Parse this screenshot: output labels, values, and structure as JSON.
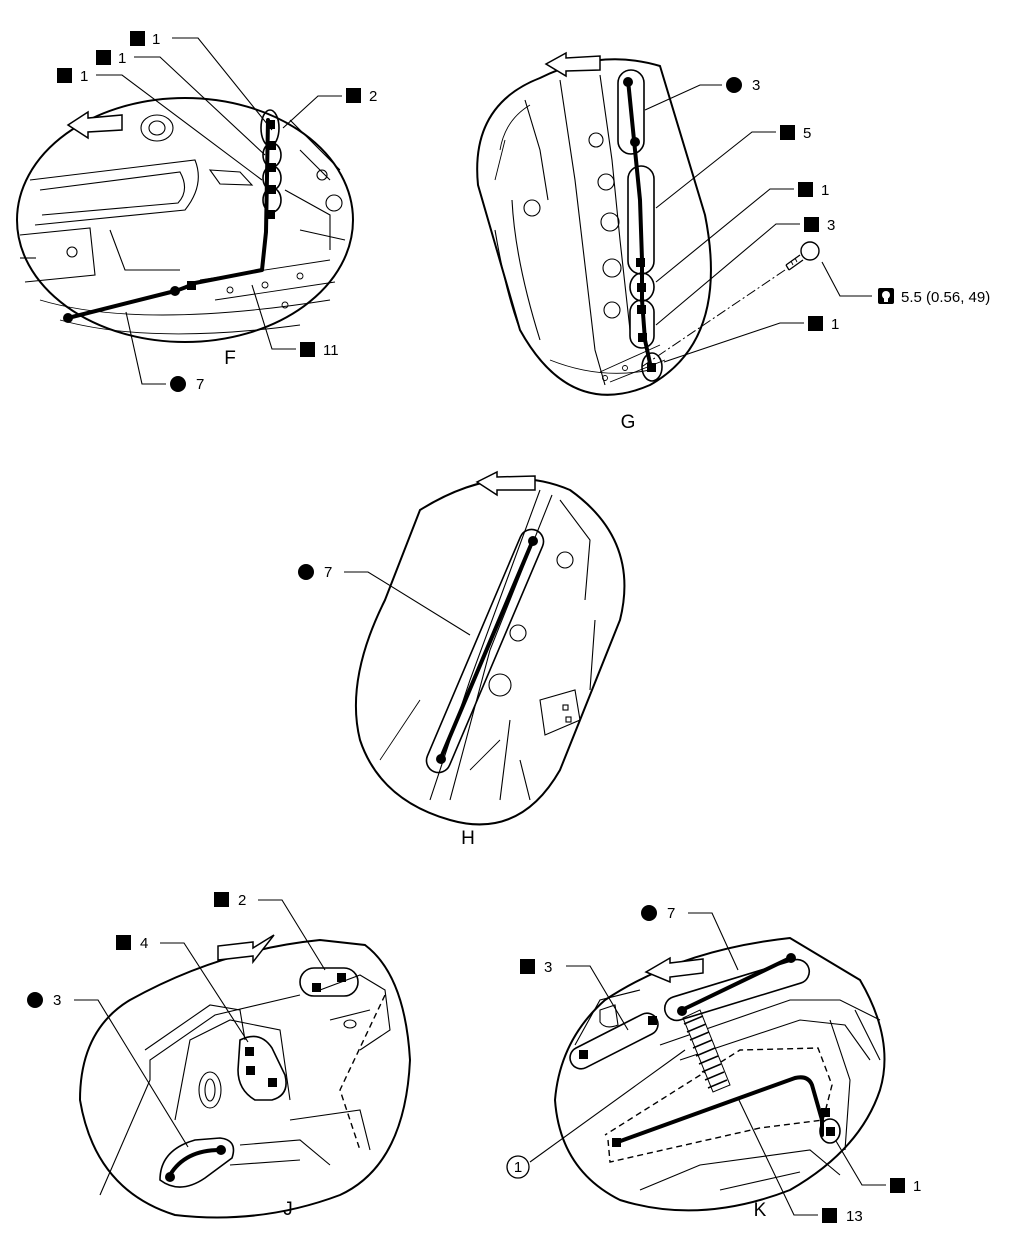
{
  "views": [
    {
      "id": "F",
      "label": "F"
    },
    {
      "id": "G",
      "label": "G"
    },
    {
      "id": "H",
      "label": "H"
    },
    {
      "id": "J",
      "label": "J"
    },
    {
      "id": "K",
      "label": "K"
    }
  ],
  "callouts": {
    "F": [
      {
        "symbol": "square",
        "text": "1"
      },
      {
        "symbol": "square",
        "text": "1"
      },
      {
        "symbol": "square",
        "text": "1"
      },
      {
        "symbol": "square",
        "text": "2"
      },
      {
        "symbol": "square",
        "text": "11"
      },
      {
        "symbol": "circle",
        "text": "7"
      }
    ],
    "G": [
      {
        "symbol": "circle",
        "text": "3"
      },
      {
        "symbol": "square",
        "text": "5"
      },
      {
        "symbol": "square",
        "text": "1"
      },
      {
        "symbol": "square",
        "text": "3"
      },
      {
        "symbol": "square",
        "text": "1"
      }
    ],
    "H": [
      {
        "symbol": "circle",
        "text": "7"
      }
    ],
    "J": [
      {
        "symbol": "square",
        "text": "2"
      },
      {
        "symbol": "square",
        "text": "4"
      },
      {
        "symbol": "circle",
        "text": "3"
      }
    ],
    "K": [
      {
        "symbol": "circle",
        "text": "7"
      },
      {
        "symbol": "square",
        "text": "3"
      },
      {
        "symbol": "square",
        "text": "1"
      },
      {
        "symbol": "square",
        "text": "13"
      }
    ]
  },
  "part_ref": {
    "text": "1"
  },
  "torque": {
    "icon": "torque-wrench-icon",
    "text": "5.5 (0.56, 49)"
  }
}
